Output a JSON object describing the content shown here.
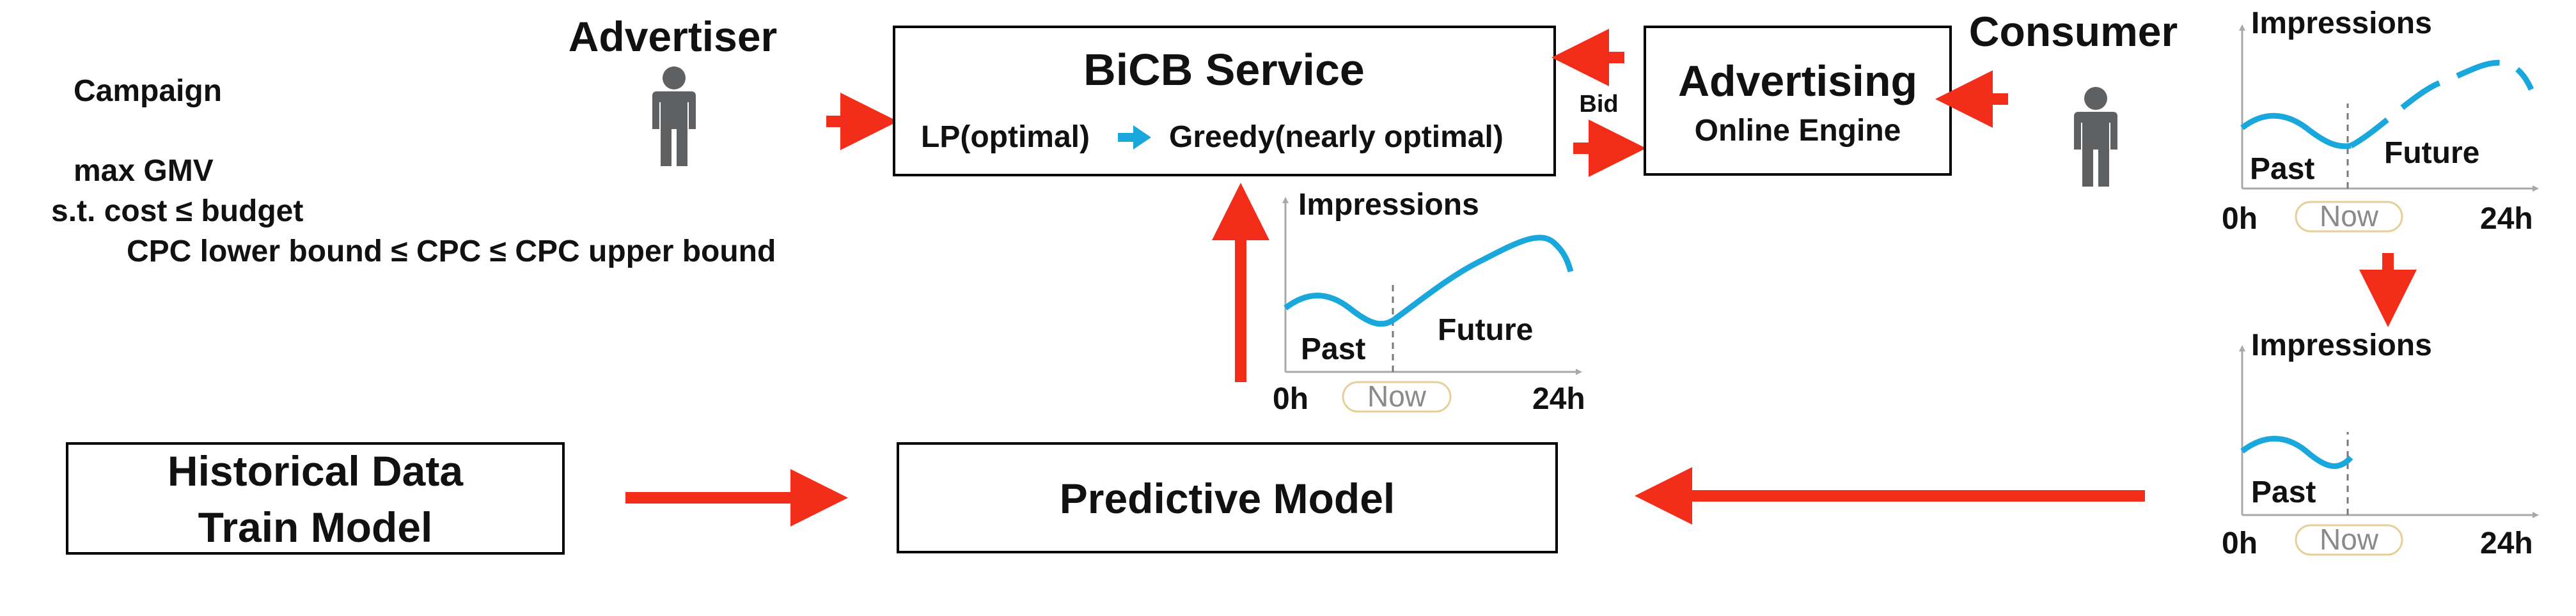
{
  "campaign": {
    "title": "Campaign",
    "objective": "max GMV",
    "constraint_cost": "s.t. cost ≤ budget",
    "constraint_cpc": "CPC lower bound ≤ CPC ≤ CPC upper bound"
  },
  "advertiser": {
    "label": "Advertiser"
  },
  "consumer": {
    "label": "Consumer"
  },
  "bicb_service": {
    "title": "BiCB Service",
    "lp_label": "LP(optimal)",
    "greedy_label": "Greedy(nearly optimal)"
  },
  "bid_label": "Bid",
  "ad_engine": {
    "title": "Advertising",
    "subtitle": "Online Engine"
  },
  "historical": {
    "line1": "Historical Data",
    "line2": "Train Model"
  },
  "predictive_model": {
    "title": "Predictive Model"
  },
  "impression_charts": {
    "ylabel": "Impressions",
    "past_label": "Past",
    "future_label": "Future",
    "x_start": "0h",
    "x_now": "Now",
    "x_end": "24h"
  },
  "colors": {
    "arrow": "#f22e1b",
    "curve": "#1aa7dc",
    "person": "#5f6061",
    "now_badge_border": "#e6cf98"
  }
}
